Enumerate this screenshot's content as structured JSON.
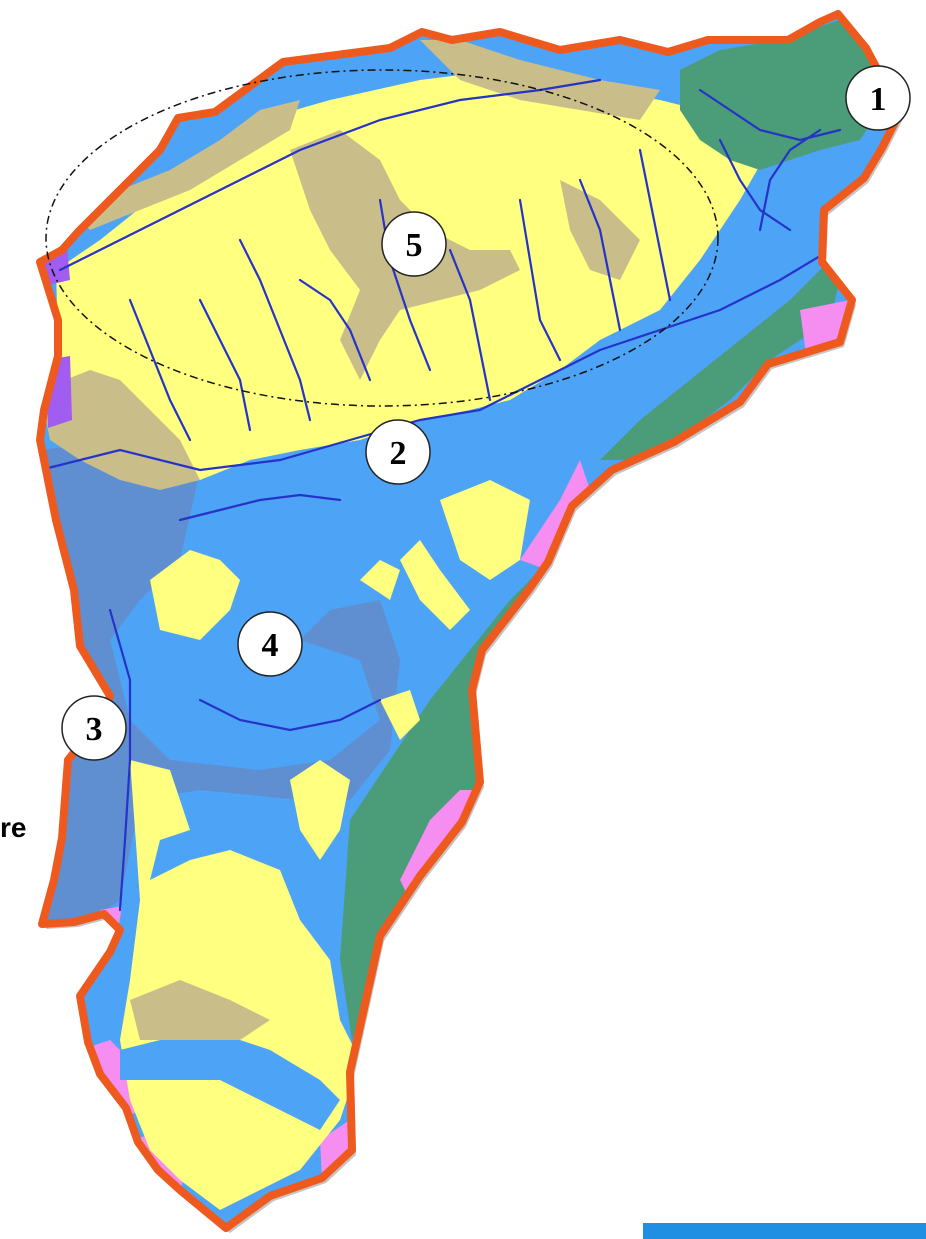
{
  "map": {
    "colors": {
      "border": "#ee5a1e",
      "blue": "#4da3f5",
      "blue_dark": "#5f8fd0",
      "yellow": "#ffff80",
      "green": "#4b9c78",
      "pink": "#f58ef0",
      "purple": "#a15cf0",
      "khaki": "#c9bd8a",
      "river": "#2633c8"
    },
    "labels": [
      "1",
      "2",
      "3",
      "4",
      "5"
    ],
    "edge_text": "re"
  }
}
